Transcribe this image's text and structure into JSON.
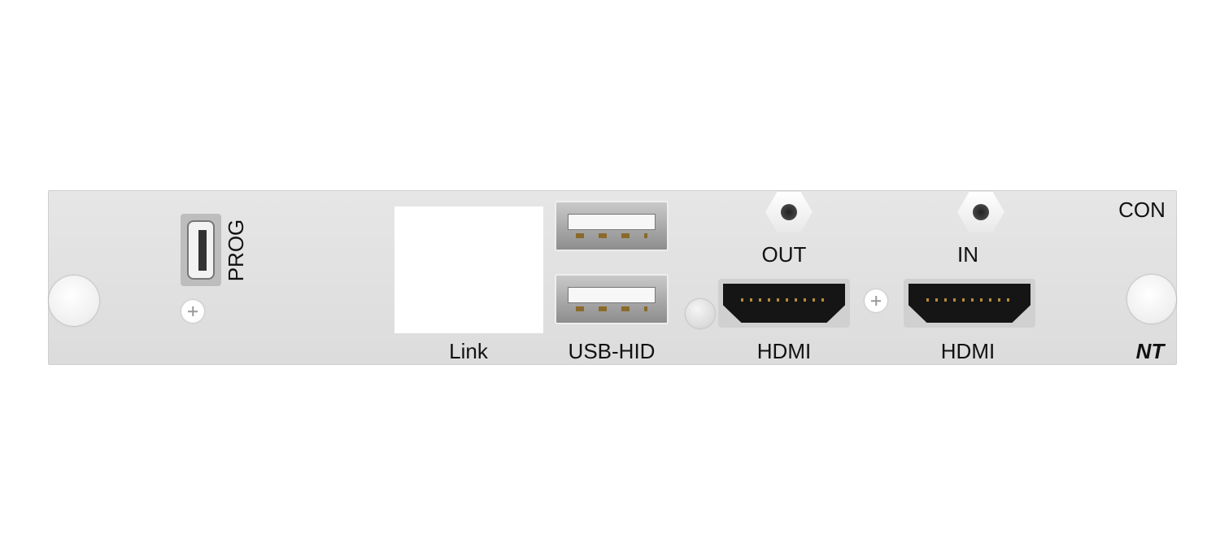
{
  "panel": {
    "labels": {
      "prog": "PROG",
      "link": "Link",
      "usb_hid": "USB-HID",
      "out": "OUT",
      "in": "IN",
      "hdmi_out": "HDMI",
      "hdmi_in": "HDMI",
      "con": "CON",
      "nt": "NT"
    }
  }
}
